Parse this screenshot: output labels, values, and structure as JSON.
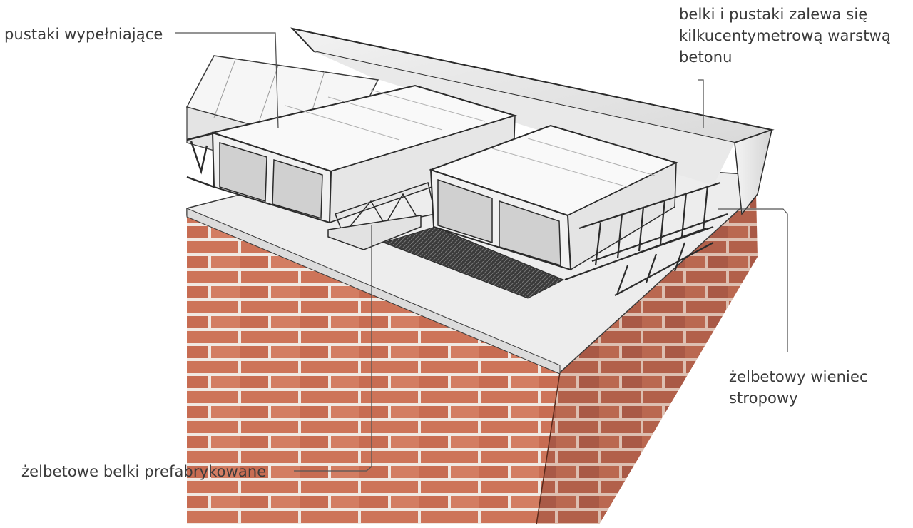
{
  "labels": {
    "filler_blocks": "pustaki wypełniające",
    "topping_line1": "belki i pustaki zalewa się",
    "topping_line2": "kilkucentymetrową warstwą",
    "topping_line3": "betonu",
    "beams": "żelbetowe belki prefabrykowane",
    "ring_line1": "żelbetowy wieniec",
    "ring_line2": "stropowy"
  },
  "colors": {
    "text": "#3a3a3a",
    "leader": "#555555",
    "brick": "#c8664a",
    "brick_dark": "#a94e36",
    "mortar": "#efe4dc",
    "concrete": "#ececec",
    "block": "#f7f7f7",
    "ink": "#2b2b2b"
  }
}
